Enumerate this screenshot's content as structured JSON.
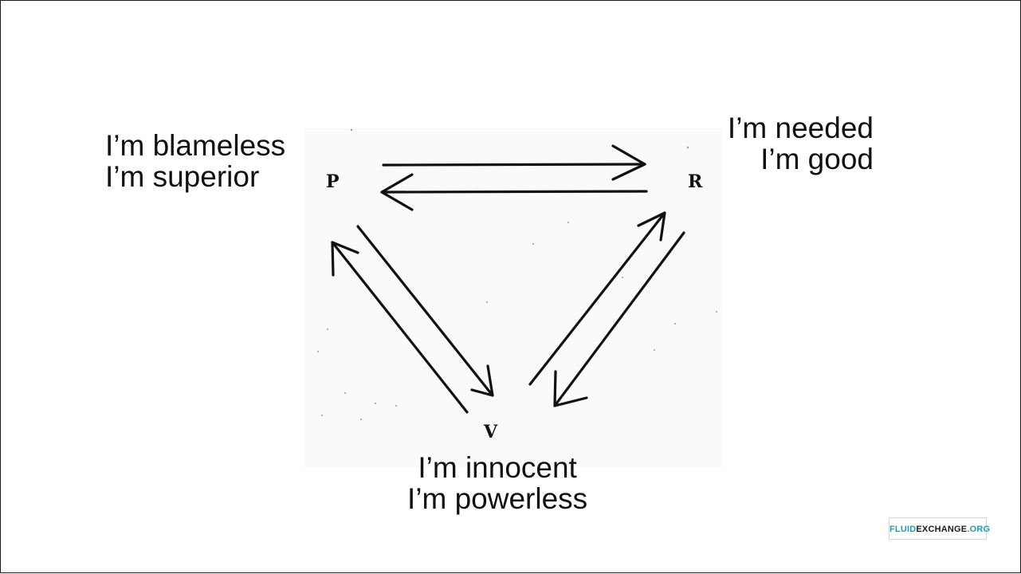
{
  "diagram": {
    "nodes": [
      {
        "id": "P",
        "letter": "P"
      },
      {
        "id": "R",
        "letter": "R"
      },
      {
        "id": "V",
        "letter": "V"
      }
    ],
    "edges": [
      {
        "from": "P",
        "to": "R"
      },
      {
        "from": "R",
        "to": "P"
      },
      {
        "from": "P",
        "to": "V"
      },
      {
        "from": "V",
        "to": "P"
      },
      {
        "from": "V",
        "to": "R"
      },
      {
        "from": "R",
        "to": "V"
      }
    ],
    "captions": {
      "persecutor": [
        "I’m blameless",
        "I’m superior"
      ],
      "rescuer": [
        "I’m needed",
        "I’m good"
      ],
      "victim": [
        "I’m innocent",
        "I’m powerless"
      ]
    }
  },
  "logo": {
    "part1": "FLUID",
    "part2": "EXCHANGE",
    "part3": ".ORG"
  },
  "colors": {
    "ink": "#111111",
    "logo_accent": "#1d9db5",
    "frame": "#1a1a1a"
  }
}
